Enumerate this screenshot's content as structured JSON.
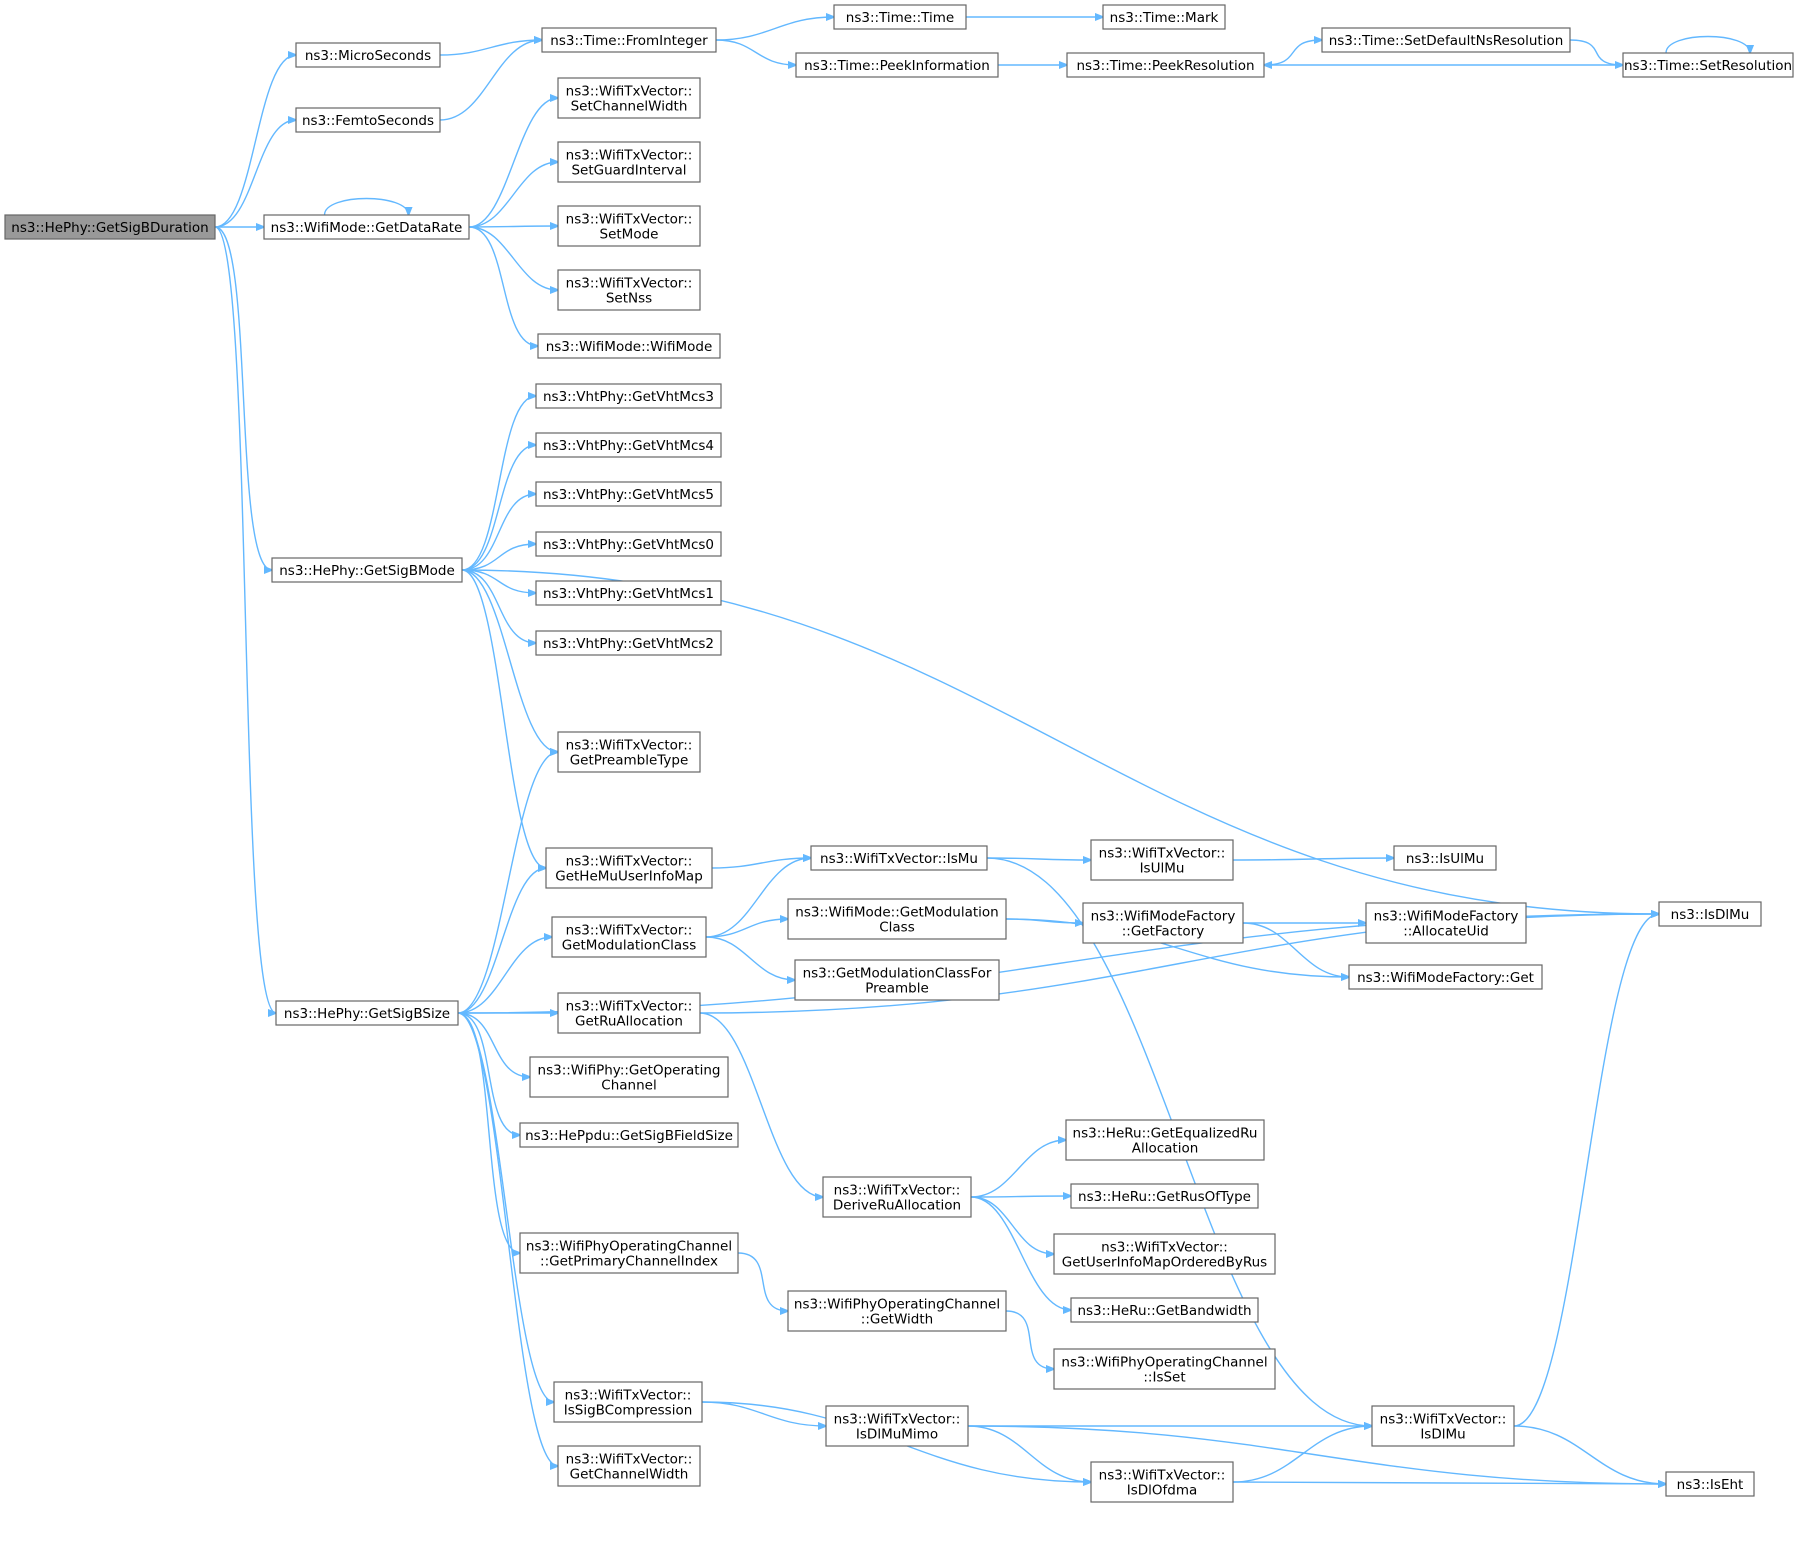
{
  "diagram": {
    "colors": {
      "edge": "#63b8ff",
      "node_border": "#666666",
      "root_fill": "#999999",
      "node_fill": "#ffffff"
    },
    "nodes": [
      {
        "id": "root",
        "lines": [
          "ns3::HePhy::GetSigBDuration"
        ],
        "root": true
      },
      {
        "id": "micro",
        "lines": [
          "ns3::MicroSeconds"
        ]
      },
      {
        "id": "femto",
        "lines": [
          "ns3::FemtoSeconds"
        ]
      },
      {
        "id": "fromint",
        "lines": [
          "ns3::Time::FromInteger"
        ]
      },
      {
        "id": "timetime",
        "lines": [
          "ns3::Time::Time"
        ]
      },
      {
        "id": "mark",
        "lines": [
          "ns3::Time::Mark"
        ]
      },
      {
        "id": "peekinfo",
        "lines": [
          "ns3::Time::PeekInformation"
        ]
      },
      {
        "id": "peekres",
        "lines": [
          "ns3::Time::PeekResolution"
        ]
      },
      {
        "id": "setdefns",
        "lines": [
          "ns3::Time::SetDefaultNsResolution"
        ]
      },
      {
        "id": "setres",
        "lines": [
          "ns3::Time::SetResolution"
        ]
      },
      {
        "id": "getdatarate",
        "lines": [
          "ns3::WifiMode::GetDataRate"
        ]
      },
      {
        "id": "setchw",
        "lines": [
          "ns3::WifiTxVector::",
          "SetChannelWidth"
        ]
      },
      {
        "id": "setgi",
        "lines": [
          "ns3::WifiTxVector::",
          "SetGuardInterval"
        ]
      },
      {
        "id": "setmode",
        "lines": [
          "ns3::WifiTxVector::",
          "SetMode"
        ]
      },
      {
        "id": "setnss",
        "lines": [
          "ns3::WifiTxVector::",
          "SetNss"
        ]
      },
      {
        "id": "wifimode",
        "lines": [
          "ns3::WifiMode::WifiMode"
        ]
      },
      {
        "id": "vht3",
        "lines": [
          "ns3::VhtPhy::GetVhtMcs3"
        ]
      },
      {
        "id": "vht4",
        "lines": [
          "ns3::VhtPhy::GetVhtMcs4"
        ]
      },
      {
        "id": "vht5",
        "lines": [
          "ns3::VhtPhy::GetVhtMcs5"
        ]
      },
      {
        "id": "vht0",
        "lines": [
          "ns3::VhtPhy::GetVhtMcs0"
        ]
      },
      {
        "id": "vht1",
        "lines": [
          "ns3::VhtPhy::GetVhtMcs1"
        ]
      },
      {
        "id": "vht2",
        "lines": [
          "ns3::VhtPhy::GetVhtMcs2"
        ]
      },
      {
        "id": "getsigbmode",
        "lines": [
          "ns3::HePhy::GetSigBMode"
        ]
      },
      {
        "id": "getpreamble",
        "lines": [
          "ns3::WifiTxVector::",
          "GetPreambleType"
        ]
      },
      {
        "id": "gethemu",
        "lines": [
          "ns3::WifiTxVector::",
          "GetHeMuUserInfoMap"
        ]
      },
      {
        "id": "ismu",
        "lines": [
          "ns3::WifiTxVector::IsMu"
        ]
      },
      {
        "id": "isulmu_v",
        "lines": [
          "ns3::WifiTxVector::",
          "IsUlMu"
        ]
      },
      {
        "id": "isulmu",
        "lines": [
          "ns3::IsUlMu"
        ]
      },
      {
        "id": "isdlmu",
        "lines": [
          "ns3::IsDlMu"
        ]
      },
      {
        "id": "getmodcls_v",
        "lines": [
          "ns3::WifiTxVector::",
          "GetModulationClass"
        ]
      },
      {
        "id": "getmodcls_m",
        "lines": [
          "ns3::WifiMode::GetModulation",
          "Class"
        ]
      },
      {
        "id": "getfactory",
        "lines": [
          "ns3::WifiModeFactory",
          "::GetFactory"
        ]
      },
      {
        "id": "allocuid",
        "lines": [
          "ns3::WifiModeFactory",
          "::AllocateUid"
        ]
      },
      {
        "id": "factget",
        "lines": [
          "ns3::WifiModeFactory::Get"
        ]
      },
      {
        "id": "getmodpre",
        "lines": [
          "ns3::GetModulationClassFor",
          "Preamble"
        ]
      },
      {
        "id": "getsigbsize",
        "lines": [
          "ns3::HePhy::GetSigBSize"
        ]
      },
      {
        "id": "getrualloc",
        "lines": [
          "ns3::WifiTxVector::",
          "GetRuAllocation"
        ]
      },
      {
        "id": "getopch",
        "lines": [
          "ns3::WifiPhy::GetOperating",
          "Channel"
        ]
      },
      {
        "id": "sigbfield",
        "lines": [
          "ns3::HePpdu::GetSigBFieldSize"
        ]
      },
      {
        "id": "getprimary",
        "lines": [
          "ns3::WifiPhyOperatingChannel",
          "::GetPrimaryChannelIndex"
        ]
      },
      {
        "id": "derive",
        "lines": [
          "ns3::WifiTxVector::",
          "DeriveRuAllocation"
        ]
      },
      {
        "id": "eqru",
        "lines": [
          "ns3::HeRu::GetEqualizedRu",
          "Allocation"
        ]
      },
      {
        "id": "rusoftype",
        "lines": [
          "ns3::HeRu::GetRusOfType"
        ]
      },
      {
        "id": "userinfo",
        "lines": [
          "ns3::WifiTxVector::",
          "GetUserInfoMapOrderedByRus"
        ]
      },
      {
        "id": "bandwidth",
        "lines": [
          "ns3::HeRu::GetBandwidth"
        ]
      },
      {
        "id": "getwidth",
        "lines": [
          "ns3::WifiPhyOperatingChannel",
          "::GetWidth"
        ]
      },
      {
        "id": "isset",
        "lines": [
          "ns3::WifiPhyOperatingChannel",
          "::IsSet"
        ]
      },
      {
        "id": "issigbcomp",
        "lines": [
          "ns3::WifiTxVector::",
          "IsSigBCompression"
        ]
      },
      {
        "id": "isdlmumimo",
        "lines": [
          "ns3::WifiTxVector::",
          "IsDlMuMimo"
        ]
      },
      {
        "id": "isdlmu_v",
        "lines": [
          "ns3::WifiTxVector::",
          "IsDlMu"
        ]
      },
      {
        "id": "isdlofdma",
        "lines": [
          "ns3::WifiTxVector::",
          "IsDlOfdma"
        ]
      },
      {
        "id": "iseht",
        "lines": [
          "ns3::IsEht"
        ]
      },
      {
        "id": "getchw",
        "lines": [
          "ns3::WifiTxVector::",
          "GetChannelWidth"
        ]
      }
    ]
  }
}
